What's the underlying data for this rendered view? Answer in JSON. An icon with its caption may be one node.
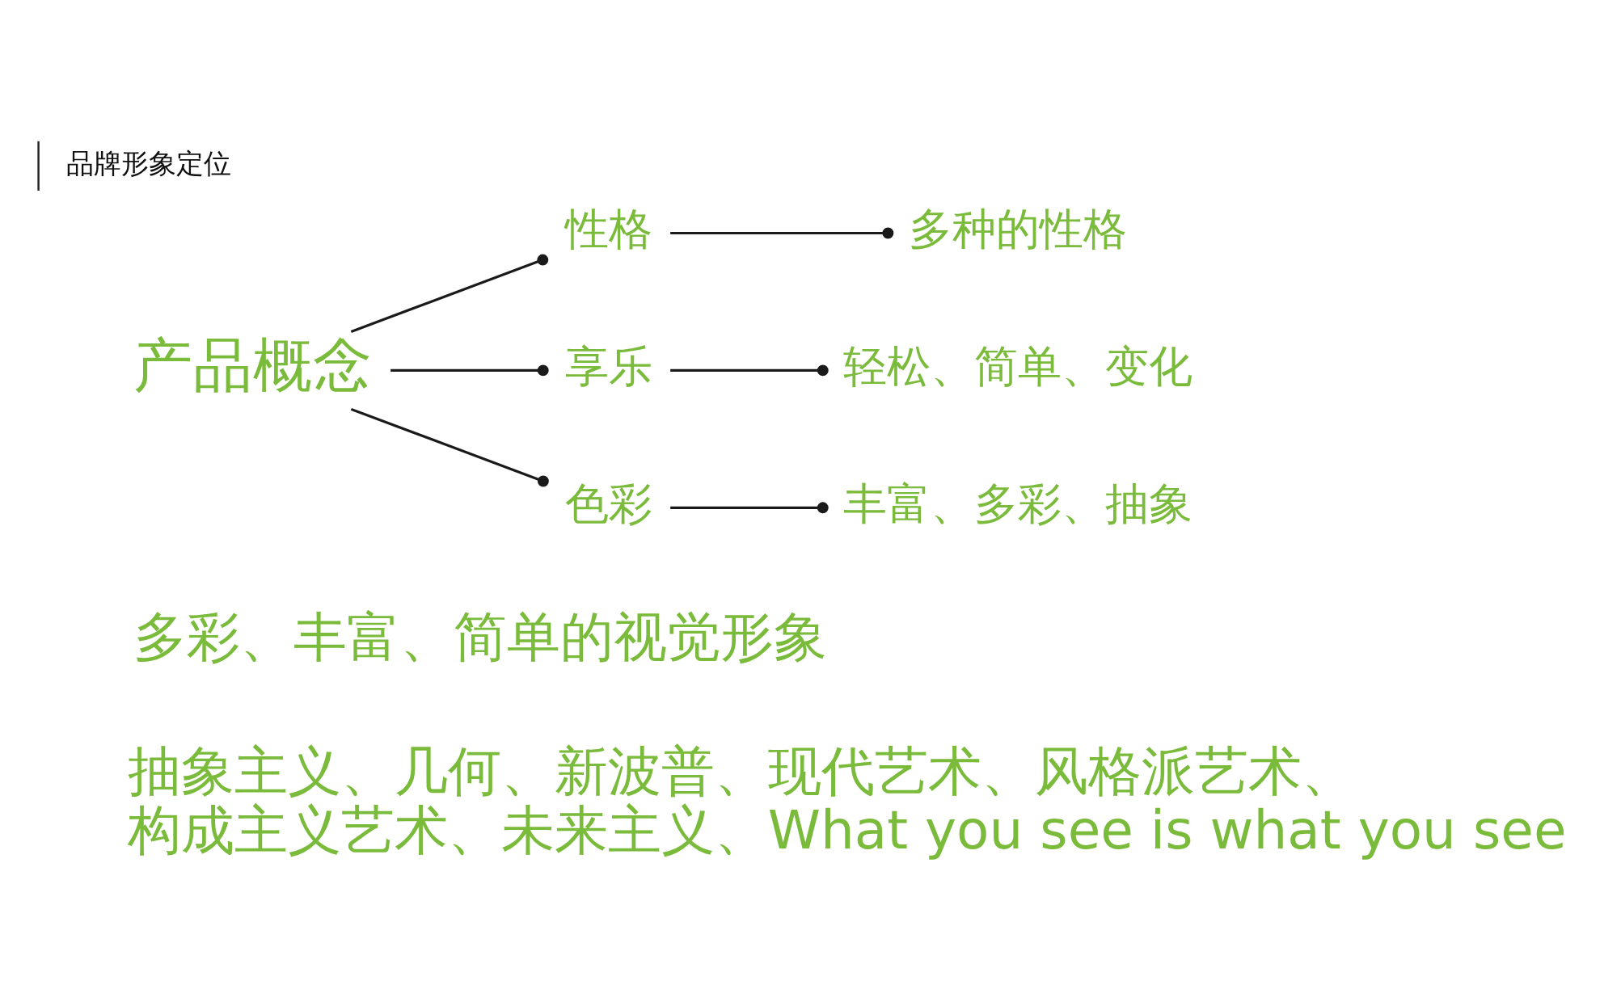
{
  "diagram": {
    "title": "品牌形象定位",
    "nodes": [
      {
        "text": [
          "产品概念"
        ]
      },
      {
        "text": [
          "性格"
        ]
      },
      {
        "text": [
          "享乐"
        ]
      },
      {
        "text": [
          "色彩"
        ]
      },
      {
        "text": [
          "多种的性格"
        ]
      },
      {
        "text": [
          "轻松、简单、变化"
        ]
      },
      {
        "text": [
          "丰富、多彩、抽象"
        ]
      }
    ],
    "edges": [
      {
        "from": 0,
        "to": 1,
        "arrow": "other"
      },
      {
        "from": 0,
        "to": 2,
        "arrow": "other"
      },
      {
        "from": 0,
        "to": 3,
        "arrow": "other"
      },
      {
        "from": 1,
        "to": 4,
        "arrow": "other"
      },
      {
        "from": 2,
        "to": 5,
        "arrow": "other"
      },
      {
        "from": 3,
        "to": 6,
        "arrow": "other"
      }
    ],
    "labels": [
      "多彩、丰富、简单的视觉形象",
      "抽象主义、几何、新波普、现代艺术、风格派艺术、构成主义艺术、未来主义、What you see is what you see"
    ]
  }
}
